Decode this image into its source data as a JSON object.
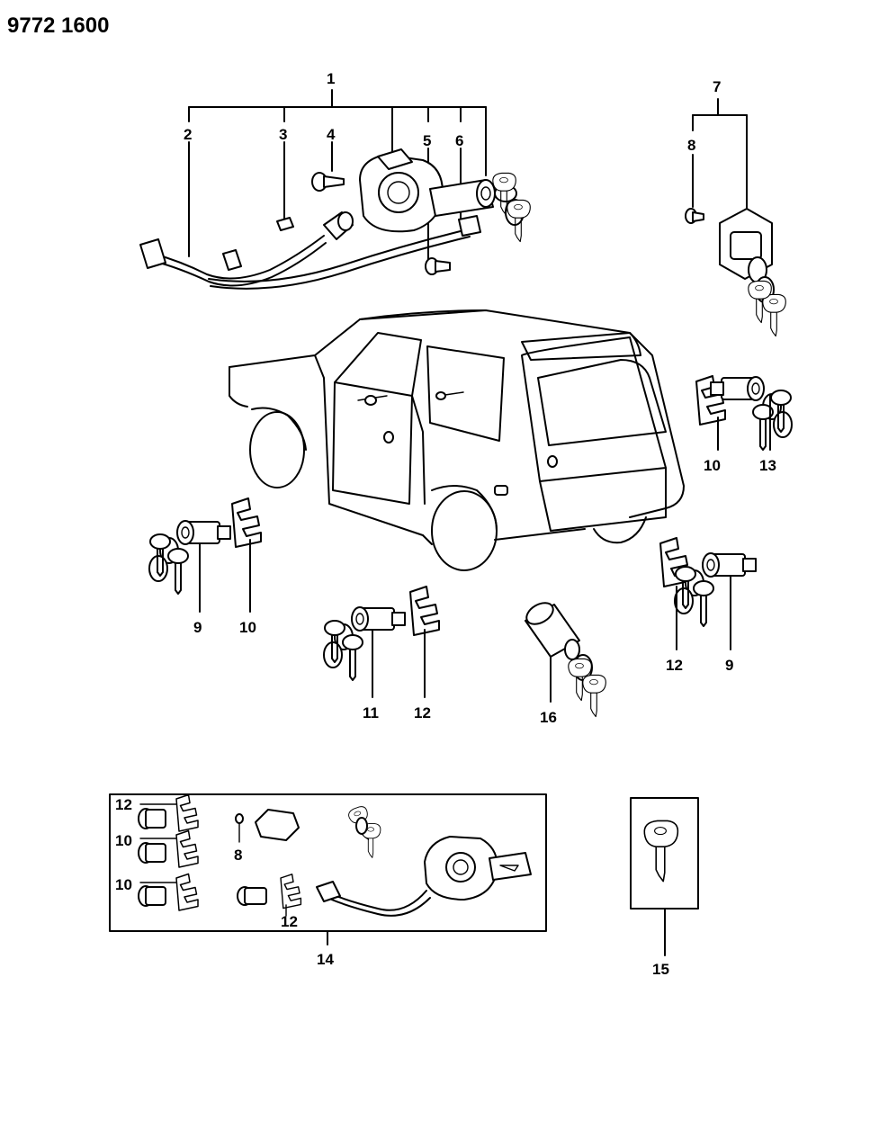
{
  "doc_id": "9772 1600",
  "callouts": {
    "c1": "1",
    "c2": "2",
    "c3": "3",
    "c4": "4",
    "c5": "5",
    "c6": "6",
    "c7": "7",
    "c8": "8",
    "c10a": "10",
    "c13": "13",
    "c9a": "9",
    "c10b": "10",
    "c11": "11",
    "c12a": "12",
    "c16": "16",
    "c12b": "12",
    "c9b": "9",
    "k12": "12",
    "k10a": "10",
    "k10b": "10",
    "k8": "8",
    "k12b": "12",
    "c14": "14",
    "c15": "15"
  }
}
